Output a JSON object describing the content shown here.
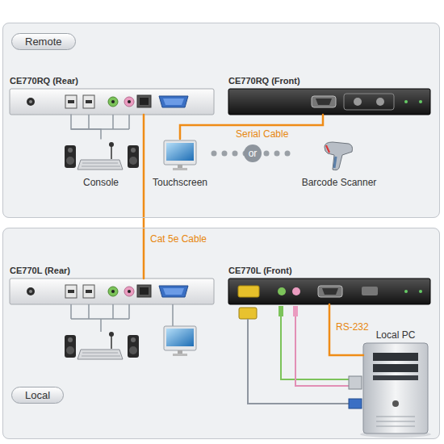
{
  "diagram": {
    "nodes": [
      {
        "text": [
          "Remote"
        ]
      },
      {
        "text": [
          "CE770RQ (Rear)"
        ],
        "in": 0
      },
      {
        "text": [
          "CE770RQ (Front)"
        ],
        "in": 0
      },
      {
        "text": [
          "Console"
        ],
        "in": 0
      },
      {
        "text": [
          "Touchscreen"
        ],
        "in": 0
      },
      {
        "text": [
          "Barcode Scanner"
        ],
        "in": 0
      },
      {
        "text": [
          "Local"
        ]
      },
      {
        "text": [
          "CE770L (Rear)"
        ],
        "in": 6
      },
      {
        "text": [
          "CE770L (Front)"
        ],
        "in": 6
      },
      {
        "text": [
          "Local PC"
        ],
        "in": 6
      }
    ],
    "edges": [
      {
        "from": 1,
        "to": 7,
        "label": "Cat 5e Cable",
        "arrow": "none"
      },
      {
        "from": 2,
        "to": 4,
        "label": "Serial Cable",
        "arrow": "none"
      },
      {
        "from": 4,
        "to": 5,
        "label": "or",
        "arrow": "none"
      },
      {
        "from": 3,
        "to": 1,
        "arrow": "none"
      },
      {
        "from": 8,
        "to": 9,
        "label": "RS-232",
        "arrow": "none"
      }
    ]
  }
}
